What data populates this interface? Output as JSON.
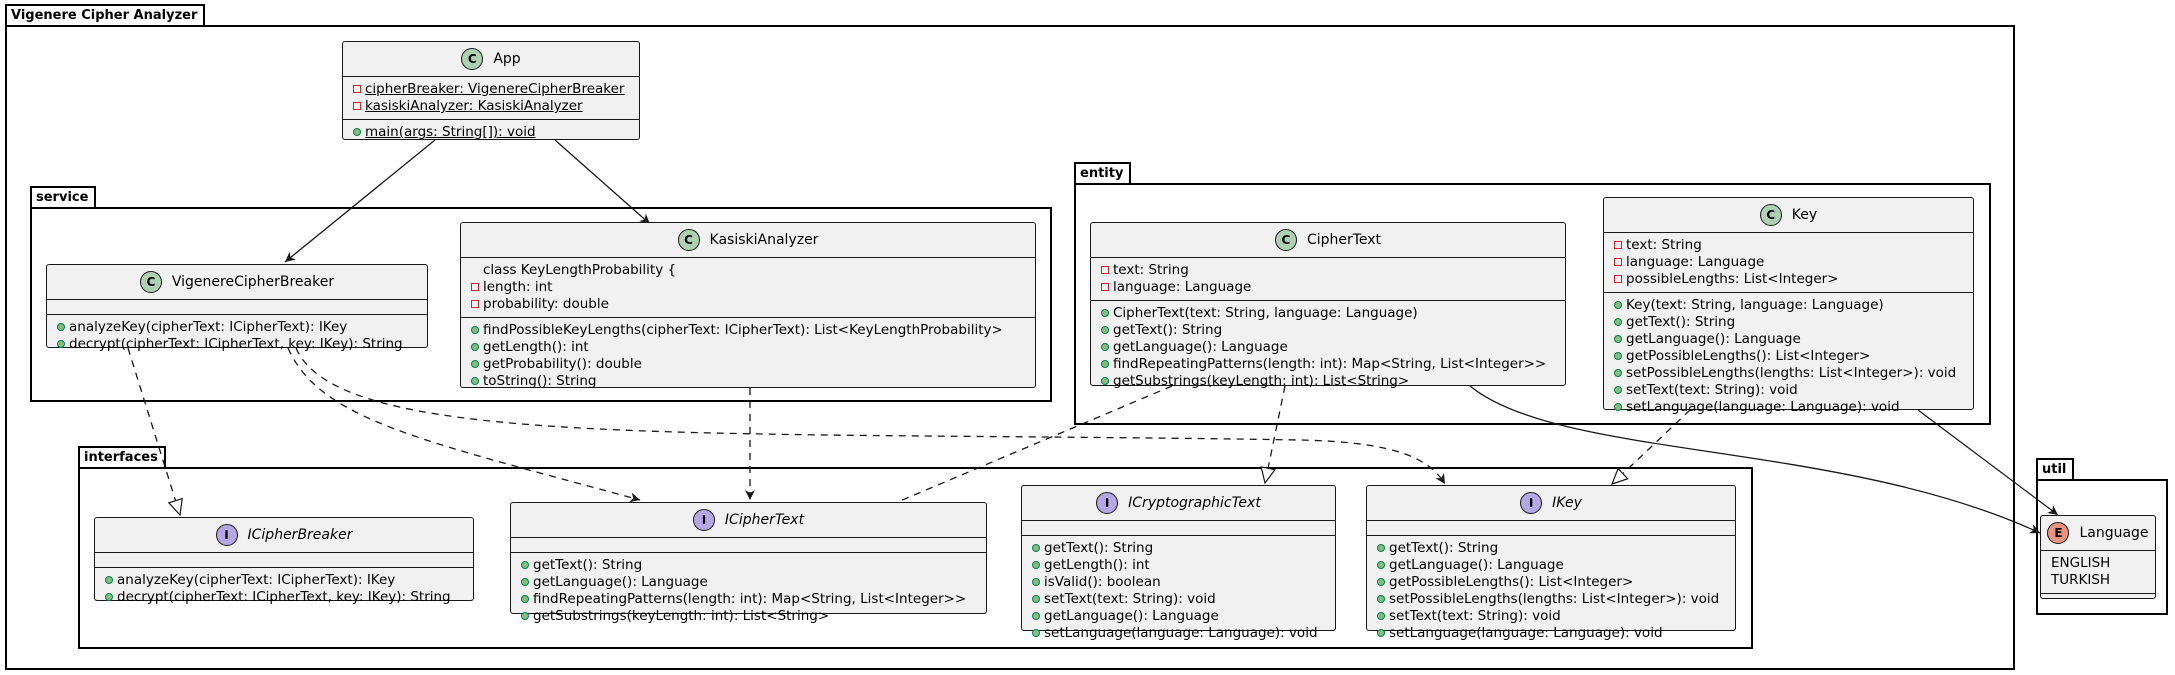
{
  "packages": {
    "root": "Vigenere Cipher Analyzer",
    "service": "service",
    "entity": "entity",
    "interfaces": "interfaces",
    "util": "util"
  },
  "stereotypes": {
    "class": "C",
    "interface": "I",
    "enum": "E"
  },
  "classes": {
    "app": {
      "name": "App",
      "fields": [
        "cipherBreaker: VigenereCipherBreaker",
        "kasiskiAnalyzer: KasiskiAnalyzer"
      ],
      "methods": [
        "main(args: String[]): void"
      ]
    },
    "vigenere": {
      "name": "VigenereCipherBreaker",
      "methods": [
        "analyzeKey(cipherText: ICipherText): IKey",
        "decrypt(cipherText: ICipherText, key: IKey): String"
      ]
    },
    "kasiski": {
      "name": "KasiskiAnalyzer",
      "inner": "class KeyLengthProbability {",
      "fields": [
        "length: int",
        "probability: double"
      ],
      "methods": [
        "findPossibleKeyLengths(cipherText: ICipherText): List<KeyLengthProbability>",
        "getLength(): int",
        "getProbability(): double",
        "toString(): String"
      ]
    },
    "ciphertext": {
      "name": "CipherText",
      "fields": [
        "text: String",
        "language: Language"
      ],
      "methods": [
        "CipherText(text: String, language: Language)",
        "getText(): String",
        "getLanguage(): Language",
        "findRepeatingPatterns(length: int): Map<String, List<Integer>>",
        "getSubstrings(keyLength: int): List<String>"
      ]
    },
    "key": {
      "name": "Key",
      "fields": [
        "text: String",
        "language: Language",
        "possibleLengths: List<Integer>"
      ],
      "methods": [
        "Key(text: String, language: Language)",
        "getText(): String",
        "getLanguage(): Language",
        "getPossibleLengths(): List<Integer>",
        "setPossibleLengths(lengths: List<Integer>): void",
        "setText(text: String): void",
        "setLanguage(language: Language): void"
      ]
    },
    "icipherbreaker": {
      "name": "ICipherBreaker",
      "methods": [
        "analyzeKey(cipherText: ICipherText): IKey",
        "decrypt(cipherText: ICipherText, key: IKey): String"
      ]
    },
    "iciphertext": {
      "name": "ICipherText",
      "methods": [
        "getText(): String",
        "getLanguage(): Language",
        "findRepeatingPatterns(length: int): Map<String, List<Integer>>",
        "getSubstrings(keyLength: int): List<String>"
      ]
    },
    "icrypto": {
      "name": "ICryptographicText",
      "methods": [
        "getText(): String",
        "getLength(): int",
        "isValid(): boolean",
        "setText(text: String): void",
        "getLanguage(): Language",
        "setLanguage(language: Language): void"
      ]
    },
    "ikey": {
      "name": "IKey",
      "methods": [
        "getText(): String",
        "getLanguage(): Language",
        "getPossibleLengths(): List<Integer>",
        "setPossibleLengths(lengths: List<Integer>): void",
        "setText(text: String): void",
        "setLanguage(language: Language): void"
      ]
    },
    "language": {
      "name": "Language",
      "values": [
        "ENGLISH",
        "TURKISH"
      ]
    }
  }
}
